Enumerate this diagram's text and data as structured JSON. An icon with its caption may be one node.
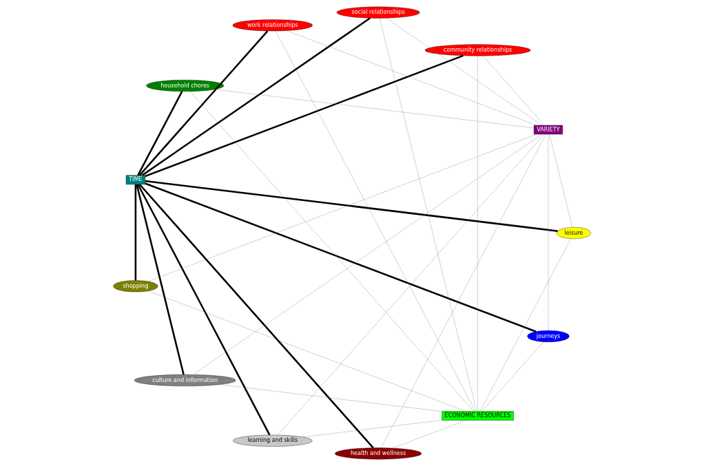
{
  "diagram": {
    "nodes": [
      {
        "text": [
          "TIME"
        ]
      },
      {
        "text": [
          "health and wellness"
        ]
      },
      {
        "text": [
          "leisure"
        ]
      },
      {
        "text": [
          "journeys"
        ]
      },
      {
        "text": [
          "learning and skills"
        ]
      },
      {
        "text": [
          "culture and information"
        ]
      },
      {
        "text": [
          "ECONOMIC RESOURCES"
        ]
      },
      {
        "text": [
          "VARIETY"
        ]
      },
      {
        "text": [
          "shopping"
        ]
      },
      {
        "text": [
          "household chores"
        ]
      },
      {
        "text": [
          "work relationships"
        ]
      },
      {
        "text": [
          "social relationships"
        ]
      },
      {
        "text": [
          "community relationships"
        ]
      }
    ],
    "edges": [
      {
        "from": 0,
        "to": 1,
        "arrow": "none",
        "style": "thick",
        "color": "#000000"
      },
      {
        "from": 0,
        "to": 2,
        "arrow": "none",
        "style": "thick",
        "color": "#000000"
      },
      {
        "from": 0,
        "to": 3,
        "arrow": "none",
        "style": "thick",
        "color": "#000000"
      },
      {
        "from": 0,
        "to": 4,
        "arrow": "none",
        "style": "thick",
        "color": "#000000"
      },
      {
        "from": 0,
        "to": 5,
        "arrow": "none",
        "style": "thick",
        "color": "#000000"
      },
      {
        "from": 0,
        "to": 8,
        "arrow": "none",
        "style": "thick",
        "color": "#000000"
      },
      {
        "from": 0,
        "to": 9,
        "arrow": "none",
        "style": "thick",
        "color": "#000000"
      },
      {
        "from": 0,
        "to": 10,
        "arrow": "none",
        "style": "thick",
        "color": "#000000"
      },
      {
        "from": 0,
        "to": 11,
        "arrow": "none",
        "style": "thick",
        "color": "#000000"
      },
      {
        "from": 0,
        "to": 12,
        "arrow": "none",
        "style": "thick",
        "color": "#000000"
      },
      {
        "from": 6,
        "to": 1,
        "arrow": "none"
      },
      {
        "from": 6,
        "to": 2,
        "arrow": "none"
      },
      {
        "from": 6,
        "to": 3,
        "arrow": "none"
      },
      {
        "from": 6,
        "to": 4,
        "arrow": "none"
      },
      {
        "from": 6,
        "to": 5,
        "arrow": "none"
      },
      {
        "from": 6,
        "to": 8,
        "arrow": "none"
      },
      {
        "from": 6,
        "to": 9,
        "arrow": "none"
      },
      {
        "from": 6,
        "to": 10,
        "arrow": "none"
      },
      {
        "from": 6,
        "to": 11,
        "arrow": "none"
      },
      {
        "from": 6,
        "to": 12,
        "arrow": "none"
      },
      {
        "from": 7,
        "to": 1,
        "arrow": "none"
      },
      {
        "from": 7,
        "to": 2,
        "arrow": "none"
      },
      {
        "from": 7,
        "to": 3,
        "arrow": "none"
      },
      {
        "from": 7,
        "to": 4,
        "arrow": "none"
      },
      {
        "from": 7,
        "to": 5,
        "arrow": "none"
      },
      {
        "from": 7,
        "to": 8,
        "arrow": "none"
      },
      {
        "from": 7,
        "to": 9,
        "arrow": "none"
      },
      {
        "from": 7,
        "to": 10,
        "arrow": "none"
      },
      {
        "from": 7,
        "to": 11,
        "arrow": "none"
      },
      {
        "from": 7,
        "to": 12,
        "arrow": "none"
      }
    ]
  }
}
